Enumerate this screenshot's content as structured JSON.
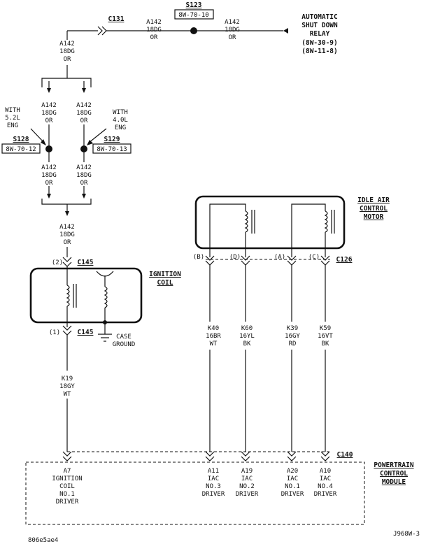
{
  "top": {
    "splice_s123": "S123",
    "splice_s123_ref": "8W-70-10",
    "conn_c131": "C131",
    "wire_left": [
      "A142",
      "18DG",
      "OR"
    ],
    "wire_right": [
      "A142",
      "18DG",
      "OR"
    ],
    "relay": [
      "AUTOMATIC",
      "SHUT DOWN",
      "RELAY",
      "(8W-30-9)",
      "(8W-11-8)"
    ]
  },
  "left_branch": {
    "wire_top": [
      "A142",
      "18DG",
      "OR"
    ],
    "note": [
      "WITH",
      "5.2L",
      "ENG"
    ],
    "splice": "S128",
    "splice_ref": "8W-70-12",
    "wire_upper": [
      "A142",
      "18DG",
      "OR"
    ],
    "wire_lower": [
      "A142",
      "18DG",
      "OR"
    ]
  },
  "right_branch": {
    "note": [
      "WITH",
      "4.0L",
      "ENG"
    ],
    "splice": "S129",
    "splice_ref": "8W-70-13",
    "wire_upper": [
      "A142",
      "18DG",
      "OR"
    ],
    "wire_lower": [
      "A142",
      "18DG",
      "OR"
    ]
  },
  "coil": {
    "wire_in": [
      "A142",
      "18DG",
      "OR"
    ],
    "pin_top": "(2)",
    "conn_top": "C145",
    "label": [
      "IGNITION",
      "COIL"
    ],
    "pin_bottom": "(1)",
    "conn_bottom": "C145",
    "ground": [
      "CASE",
      "GROUND"
    ],
    "wire_out": [
      "K19",
      "18GY",
      "WT"
    ]
  },
  "iac": {
    "label": [
      "IDLE AIR",
      "CONTROL",
      "MOTOR"
    ],
    "pins": [
      "(B)",
      "(D)",
      "(A)",
      "(C)"
    ],
    "connector": "C126",
    "wires": [
      [
        "K40",
        "16BR",
        "WT"
      ],
      [
        "K60",
        "16YL",
        "BK"
      ],
      [
        "K39",
        "16GY",
        "RD"
      ],
      [
        "K59",
        "16VT",
        "BK"
      ]
    ]
  },
  "pcm": {
    "connector": "C140",
    "label": [
      "POWERTRAIN",
      "CONTROL",
      "MODULE"
    ],
    "pins": [
      [
        "A7",
        "IGNITION",
        "COIL",
        "NO.1",
        "DRIVER"
      ],
      [
        "A11",
        "IAC",
        "NO.3",
        "DRIVER"
      ],
      [
        "A19",
        "IAC",
        "NO.2",
        "DRIVER"
      ],
      [
        "A20",
        "IAC",
        "NO.1",
        "DRIVER"
      ],
      [
        "A10",
        "IAC",
        "NO.4",
        "DRIVER"
      ]
    ]
  },
  "footer": {
    "left_code": "806e5ae4",
    "right_code": "J968W-3"
  }
}
